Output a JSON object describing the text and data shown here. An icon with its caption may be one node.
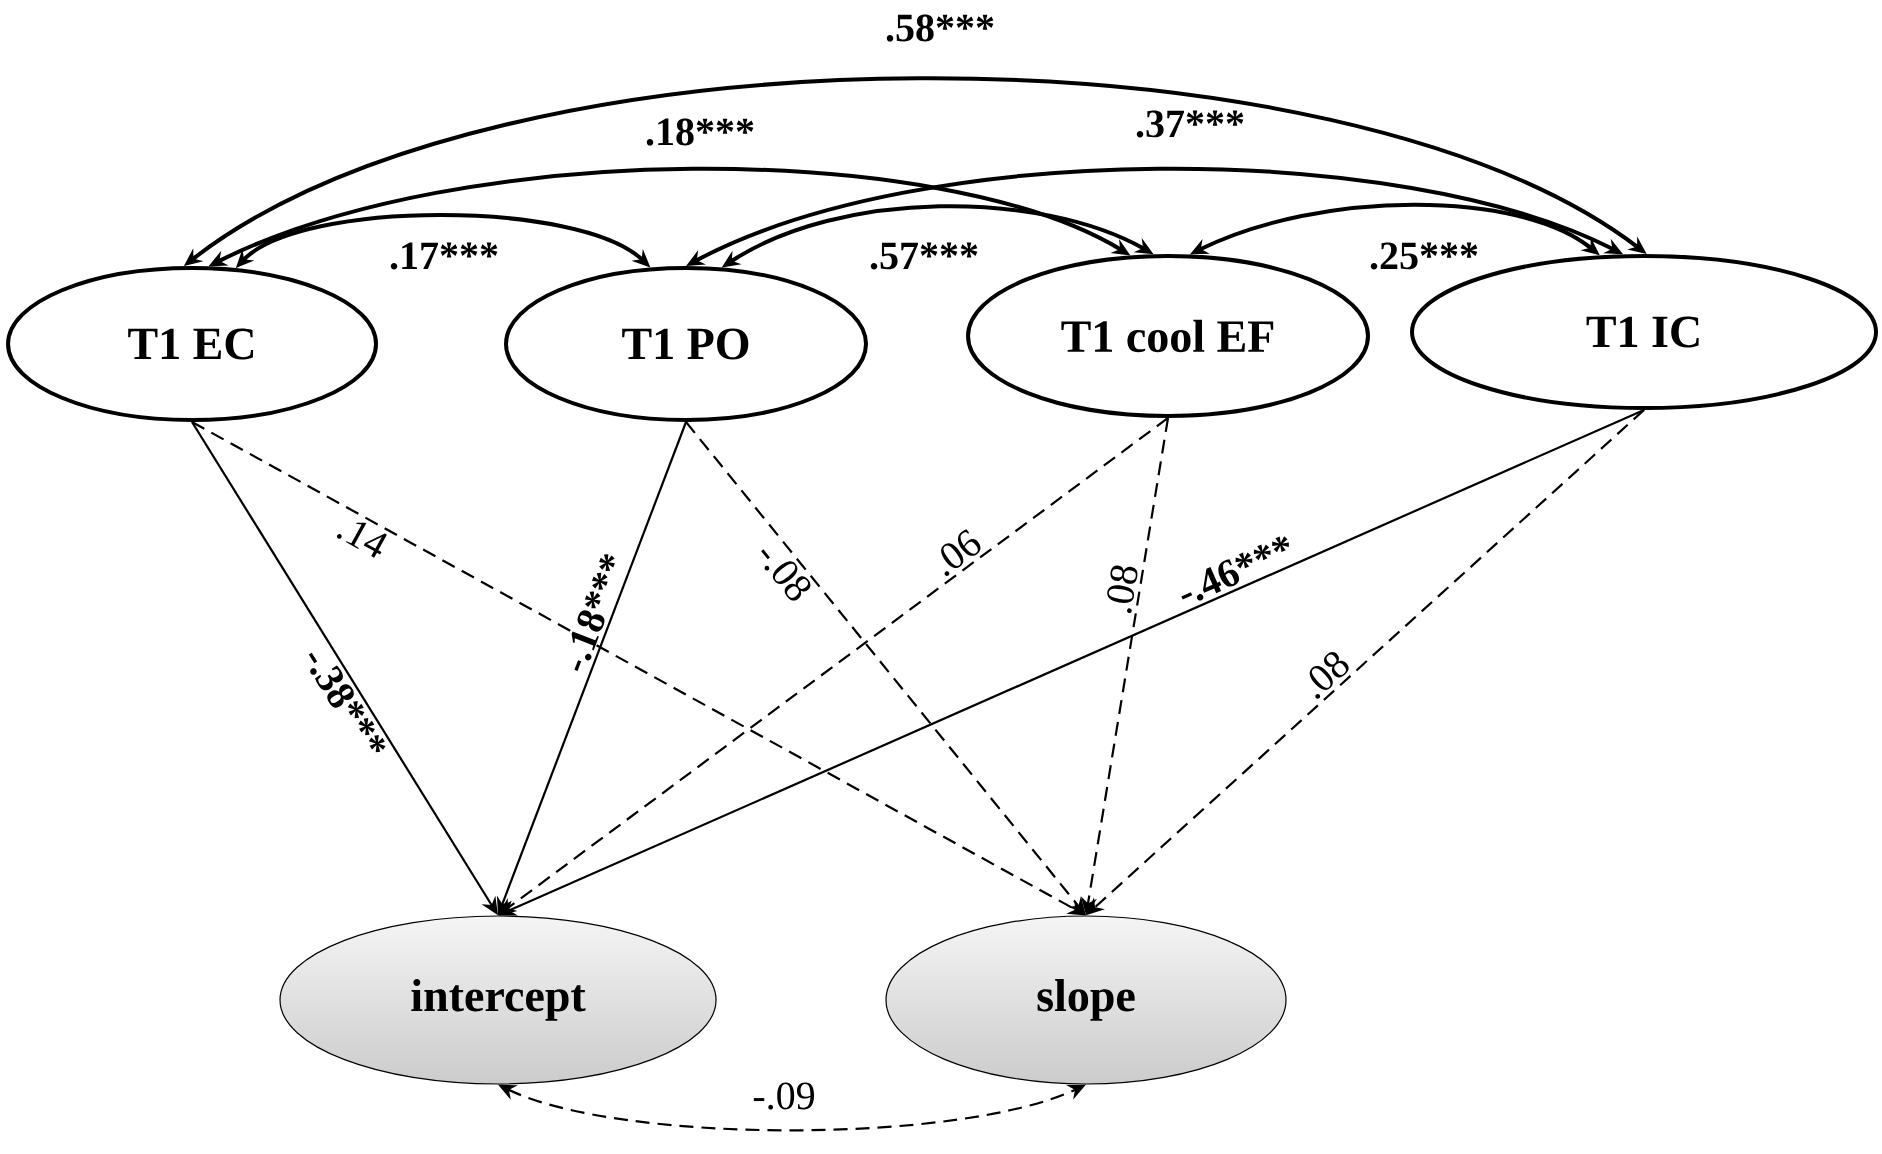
{
  "diagram": {
    "nodes": [
      {
        "text": [
          "T1 EC"
        ]
      },
      {
        "text": [
          "T1 PO"
        ]
      },
      {
        "text": [
          "T1 cool EF"
        ]
      },
      {
        "text": [
          "T1 IC"
        ]
      },
      {
        "text": [
          "intercept"
        ]
      },
      {
        "text": [
          "slope"
        ]
      }
    ],
    "edges": [
      {
        "from": 0,
        "to": 3,
        "arrow": "both",
        "label": ".58***"
      },
      {
        "from": 0,
        "to": 2,
        "arrow": "both",
        "label": ".18***"
      },
      {
        "from": 1,
        "to": 3,
        "arrow": "both",
        "label": ".37***"
      },
      {
        "from": 0,
        "to": 1,
        "arrow": "both",
        "label": ".17***"
      },
      {
        "from": 1,
        "to": 2,
        "arrow": "both",
        "label": ".57***"
      },
      {
        "from": 2,
        "to": 3,
        "arrow": "both",
        "label": ".25***"
      },
      {
        "from": 0,
        "to": 4,
        "arrow": "to",
        "label": "-.38***"
      },
      {
        "from": 0,
        "to": 5,
        "arrow": "to",
        "label": ".14",
        "style": "dashed"
      },
      {
        "from": 1,
        "to": 4,
        "arrow": "to",
        "label": "-.18***"
      },
      {
        "from": 1,
        "to": 5,
        "arrow": "to",
        "label": "-.08",
        "style": "dashed"
      },
      {
        "from": 2,
        "to": 4,
        "arrow": "to",
        "label": ".06",
        "style": "dashed"
      },
      {
        "from": 2,
        "to": 5,
        "arrow": "to",
        "label": ".08",
        "style": "dashed"
      },
      {
        "from": 3,
        "to": 4,
        "arrow": "to",
        "label": "-.46***"
      },
      {
        "from": 3,
        "to": 5,
        "arrow": "to",
        "label": ".08",
        "style": "dashed"
      },
      {
        "from": 4,
        "to": 5,
        "arrow": "both",
        "label": "-.09",
        "style": "dashed"
      }
    ]
  }
}
